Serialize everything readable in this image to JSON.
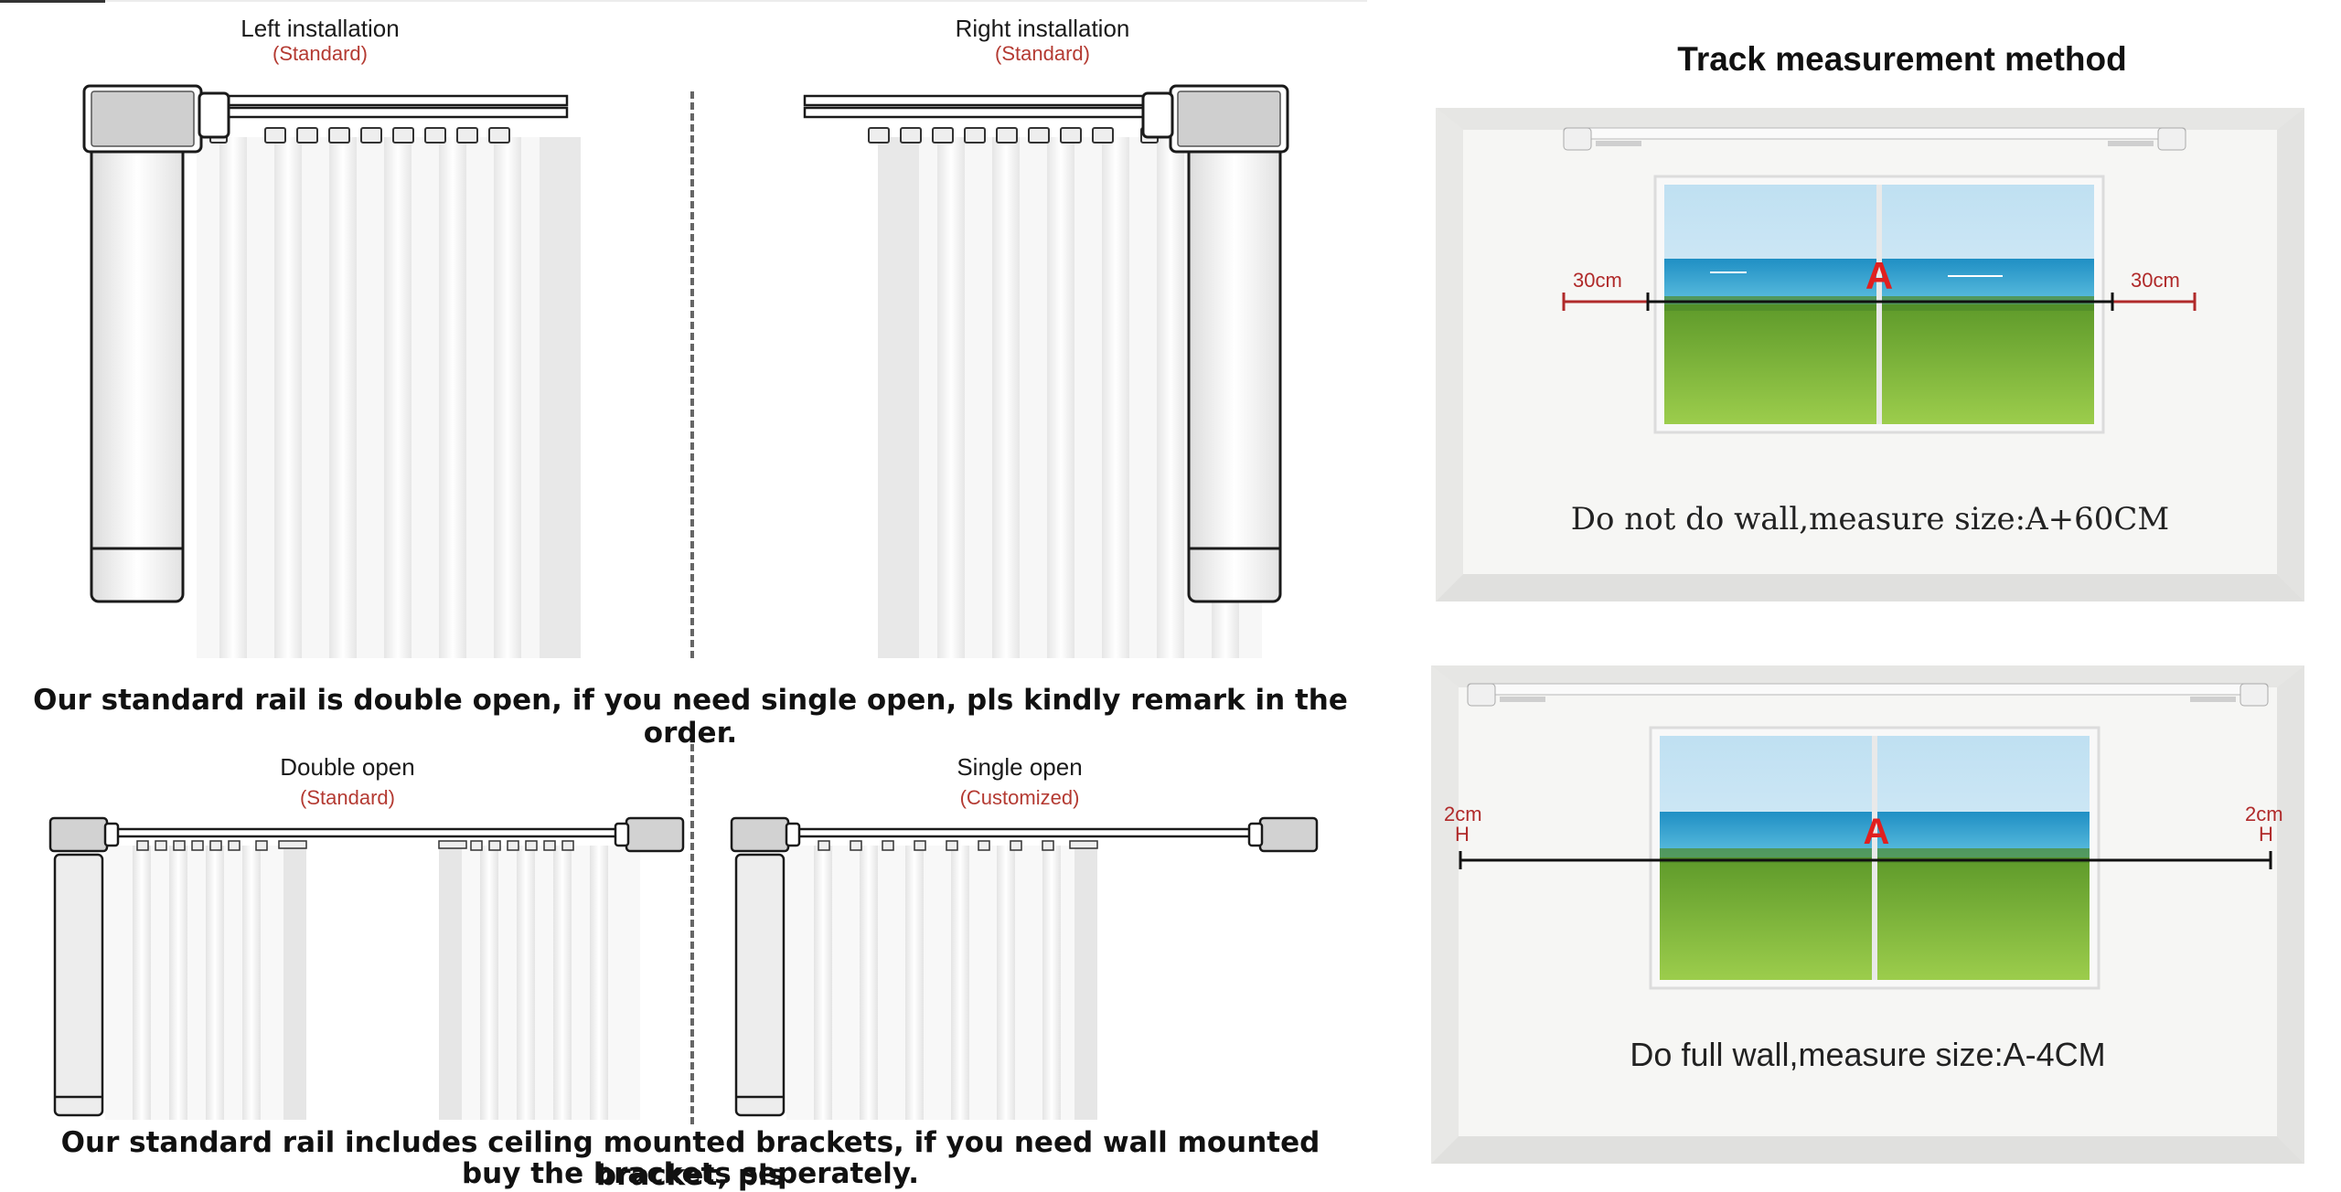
{
  "left_panel": {
    "left_installation": {
      "title": "Left installation",
      "sub": "(Standard)"
    },
    "right_installation": {
      "title": "Right installation",
      "sub": "(Standard)"
    },
    "note_top": "Our standard rail is double open, if you need single open, pls kindly remark in the order.",
    "double_open": {
      "title": "Double open",
      "sub": "(Standard)"
    },
    "single_open": {
      "title": "Single open",
      "sub": "(Customized)"
    },
    "note_bottom_line1": "Our standard rail includes ceiling mounted brackets, if you need wall mounted bracket, pls",
    "note_bottom_line2": "buy the brackets seperately."
  },
  "right_panel": {
    "title": "Track measurement method",
    "room1": {
      "mark": "A",
      "left_dim": "30cm",
      "right_dim": "30cm",
      "caption": "Do not do wall,measure size:A+60CM"
    },
    "room2": {
      "mark": "A",
      "left_dim": "2cm",
      "left_dim_sub": "H",
      "right_dim": "2cm",
      "right_dim_sub": "H",
      "caption": "Do full wall,measure size:A-4CM"
    }
  },
  "colors": {
    "accent_red": "#b43a32",
    "line": "#1a1a1a",
    "motor_fill": "#d9d9d9"
  }
}
